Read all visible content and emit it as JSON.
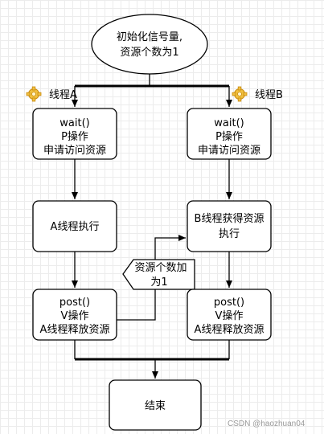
{
  "start_node": {
    "line1": "初始化信号量,",
    "line2": "资源个数为1"
  },
  "thread_a": {
    "title": "线程A",
    "wait_box": [
      "wait()",
      "P操作",
      "申请访问资源"
    ],
    "exec_box": "A线程执行",
    "post_box": [
      "post()",
      "V操作",
      "A线程释放资源"
    ]
  },
  "thread_b": {
    "title": "线程B",
    "wait_box": [
      "wait()",
      "P操作",
      "申请访问资源"
    ],
    "exec_box": [
      "B线程获得资源",
      "执行"
    ],
    "post_box": [
      "post()",
      "V操作",
      "A线程释放资源"
    ]
  },
  "callout": [
    "资源个数加",
    "为1"
  ],
  "end_node": "结束",
  "watermark": "CSDN @haozhuan04",
  "icon": "gear-icon"
}
